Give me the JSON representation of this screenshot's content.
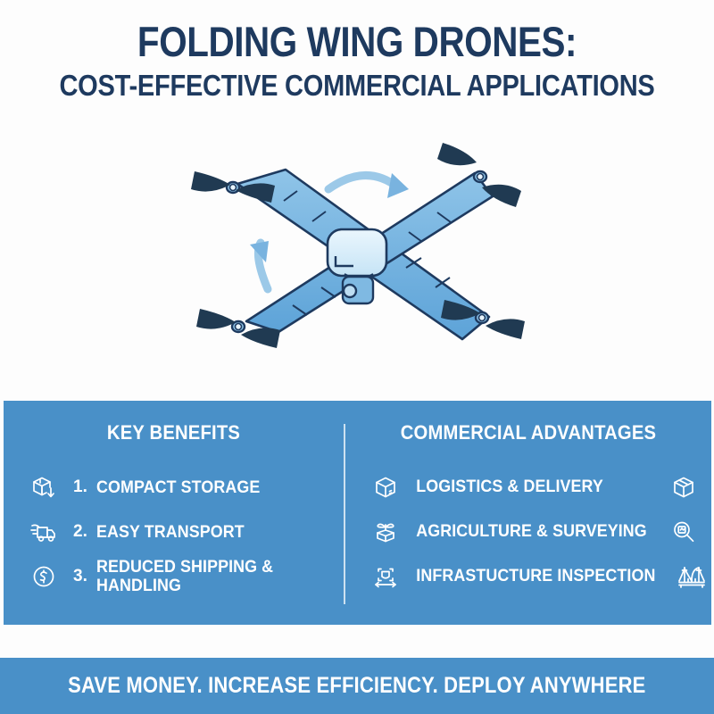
{
  "title": {
    "main": "FOLDING WING DRONES:",
    "sub": "COST-EFFECTIVE COMMERCIAL APPLICATIONS"
  },
  "illustration": {
    "name": "folding-wing-quadcopter-drone",
    "description": "X-frame folding wing drone with four propellers and two curved folding-motion arrows",
    "colors": {
      "wing_fill": "#6FB1DF",
      "wing_outline": "#1E3A5F",
      "propeller": "#203A52",
      "body_fill": "#DCEFF9",
      "arrow": "#9CC9E8"
    }
  },
  "band": {
    "background": "#4990C8",
    "left_column": {
      "heading": "KEY BENEFITS",
      "items": [
        {
          "number": "1.",
          "label": "COMPACT STORAGE",
          "icon": "box-down-arrow-icon"
        },
        {
          "number": "2.",
          "label": "EASY TRANSPORT",
          "icon": "delivery-truck-icon"
        },
        {
          "number": "3.",
          "label": "REDUCED SHIPPING & HANDLING",
          "icon": "dollar-coin-icon"
        }
      ]
    },
    "right_column": {
      "heading": "COMMERCIAL ADVANTAGES",
      "items": [
        {
          "label": "LOGISTICS & DELIVERY",
          "icon_left": "package-box-icon",
          "icon_right": "package-box-icon"
        },
        {
          "label": "AGRICULTURE & SURVEYING",
          "icon_left": "sprout-box-icon",
          "icon_right": "magnifier-box-icon"
        },
        {
          "label": "INFRASTUCTURE INSPECTION",
          "icon_left": "scan-frame-icon",
          "icon_right": "bridge-icon"
        }
      ]
    }
  },
  "footer": {
    "tagline": "SAVE MONEY. INCREASE EFFICIENCY. DEPLOY ANYWHERE"
  },
  "theme": {
    "navy": "#1E3A5F",
    "brand_blue": "#4990C8",
    "white": "#FFFFFF",
    "page_background": "#FDFDFD"
  }
}
